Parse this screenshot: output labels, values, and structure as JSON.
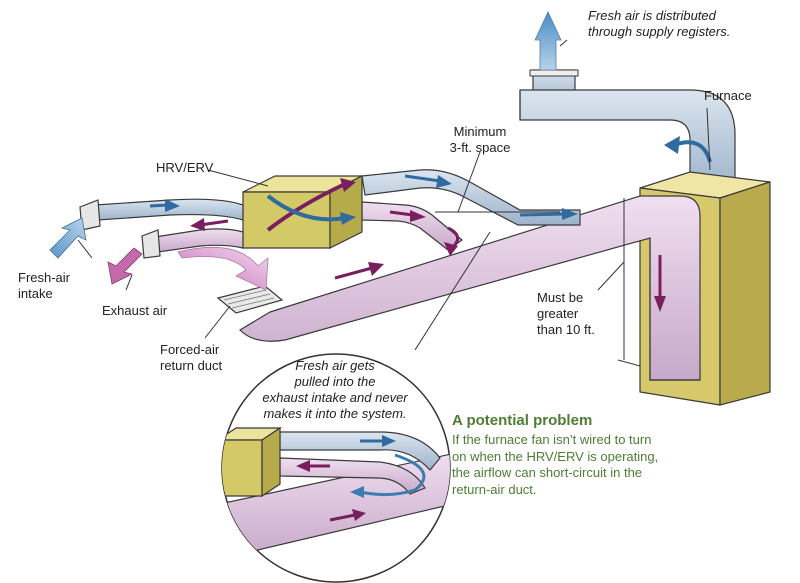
{
  "labels": {
    "fresh_air_distributed": "Fresh air is distributed",
    "supply_registers": "through supply registers.",
    "furnace": "Furnace",
    "minimum": "Minimum",
    "space": "3-ft. space",
    "hrv_erv": "HRV/ERV",
    "fresh_air_intake_1": "Fresh-air",
    "fresh_air_intake_2": "intake",
    "exhaust_air": "Exhaust air",
    "forced_air_1": "Forced-air",
    "forced_air_2": "return duct",
    "must_be_1": "Must be",
    "must_be_2": "greater",
    "must_be_3": "than 10 ft.",
    "pulled_1": "Fresh air gets",
    "pulled_2": "pulled into the",
    "pulled_3": "exhaust intake and never",
    "pulled_4": "makes it into the system."
  },
  "problem": {
    "title": "A potential problem",
    "line1": "If the furnace fan isn’t wired to turn",
    "line2": "on when the HRV/ERV is operating,",
    "line3": "the airflow can short-circuit in the",
    "line4": "return-air duct."
  },
  "colors": {
    "duct_blue": "#b9cadd",
    "duct_pink": "#dcc4dc",
    "unit_yellow": "#d6cf6c",
    "furnace_yellow": "#dccf78",
    "arrow_blue": "#4d86b6",
    "arrow_purple": "#7a1f5e",
    "caption_green": "#4e7d33"
  }
}
